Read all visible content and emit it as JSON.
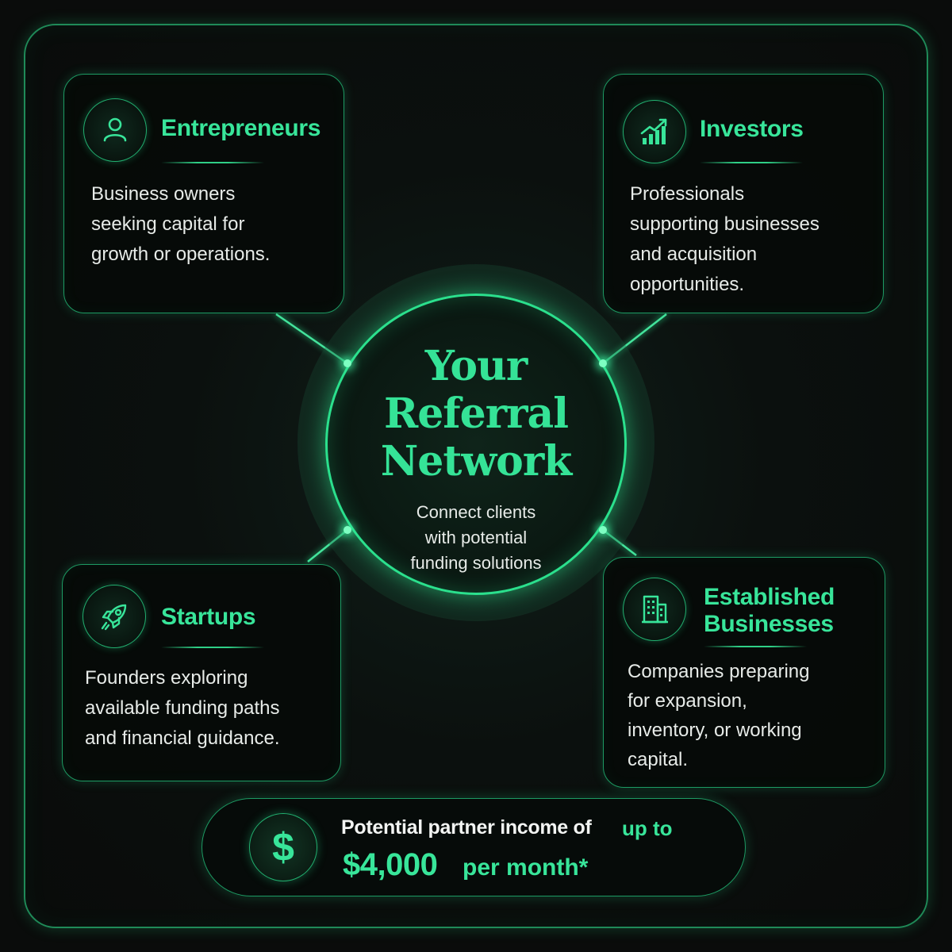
{
  "hub": {
    "title_line1": "Your",
    "title_line2": "Referral",
    "title_line3": "Network",
    "subtitle_line1": "Connect clients",
    "subtitle_line2": "with potential",
    "subtitle_line3": "funding solutions"
  },
  "cards": {
    "entrepreneurs": {
      "icon": "user-icon",
      "title": "Entrepreneurs",
      "desc_line1": "Business owners",
      "desc_line2": "seeking capital for",
      "desc_line3": "growth or operations."
    },
    "investors": {
      "icon": "growth-chart-icon",
      "title": "Investors",
      "desc_line1": "Professionals",
      "desc_line2": "supporting businesses",
      "desc_line3": "and acquisition",
      "desc_line4": "opportunities."
    },
    "startups": {
      "icon": "rocket-icon",
      "title": "Startups",
      "desc_line1": "Founders exploring",
      "desc_line2": "available funding paths",
      "desc_line3": "and financial guidance."
    },
    "established": {
      "icon": "building-icon",
      "title_line1": "Established",
      "title_line2": "Businesses",
      "desc_line1": "Companies preparing",
      "desc_line2": "for expansion,",
      "desc_line3": "inventory, or working",
      "desc_line4": "capital."
    }
  },
  "income": {
    "icon_symbol": "$",
    "lead": "Potential partner income of",
    "up_to": "up to",
    "amount": "$4,000",
    "per": "per month*"
  },
  "colors": {
    "accent": "#38e59a",
    "border": "#1d9a63",
    "background": "#0a0c0b"
  }
}
